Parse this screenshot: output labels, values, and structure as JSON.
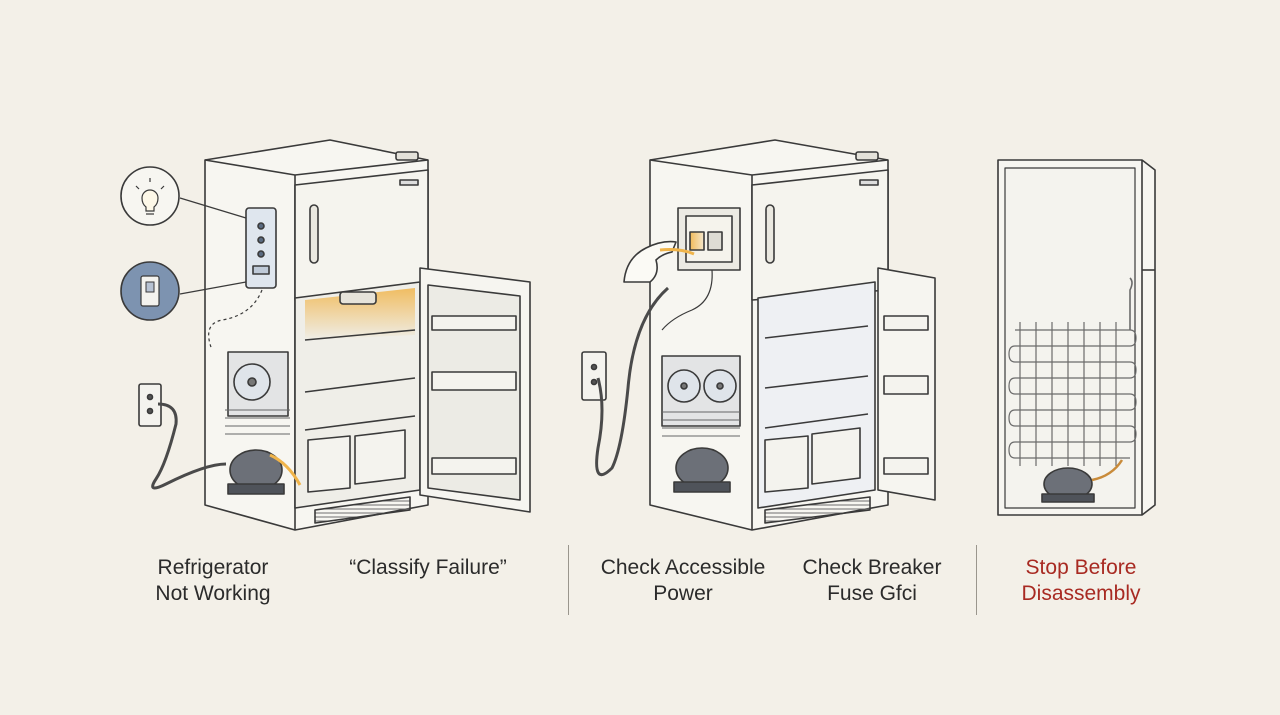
{
  "steps": [
    {
      "lines": [
        "Refrigerator",
        "Not Working"
      ],
      "icon": "broken-fridge"
    },
    {
      "lines": [
        "“Classify Failure”"
      ],
      "icon": "classify-symptoms"
    },
    {
      "lines": [
        "Check Accessible",
        "Power"
      ],
      "icon": "check-outlet-cord"
    },
    {
      "lines": [
        "Check Breaker",
        "Fuse Gfci"
      ],
      "icon": "check-breaker-panel"
    },
    {
      "lines": [
        "Stop Before",
        "Disassembly"
      ],
      "icon": "rear-coils-compressor"
    }
  ],
  "colors": {
    "background": "#f3f0e8",
    "ink": "#3a3a3a",
    "highlight": "#f0b44a",
    "indicator_blue": "#7d93b0",
    "stop_text": "#a82a22"
  }
}
